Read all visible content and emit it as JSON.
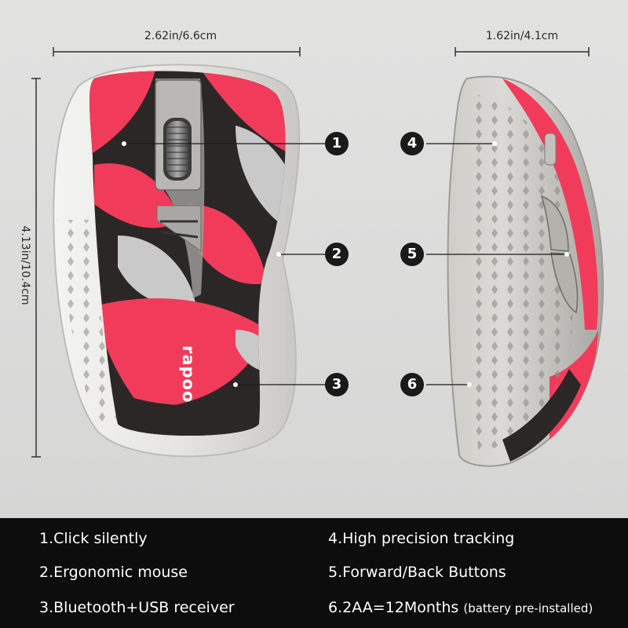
{
  "dimensions": {
    "width": "2.62in/6.6cm",
    "depth": "1.62in/4.1cm",
    "length": "4.13in/10.4cm"
  },
  "brand": "rapoo",
  "callouts": [
    "1",
    "2",
    "3",
    "4",
    "5",
    "6"
  ],
  "features": [
    {
      "label": "1.Click silently",
      "note": ""
    },
    {
      "label": "2.Ergonomic mouse",
      "note": ""
    },
    {
      "label": "3.Bluetooth+USB receiver",
      "note": ""
    },
    {
      "label": "4.High precision tracking",
      "note": ""
    },
    {
      "label": "5.Forward/Back Buttons",
      "note": ""
    },
    {
      "label": "6.2AA=12Months",
      "note": "(battery pre-installed)"
    }
  ],
  "colors": {
    "accent_pink": "#f03c5a",
    "camo_black": "#2b2727",
    "camo_grey": "#c9c9c9",
    "shell_white": "#ecebe8",
    "band_black": "#0d0d0d"
  }
}
